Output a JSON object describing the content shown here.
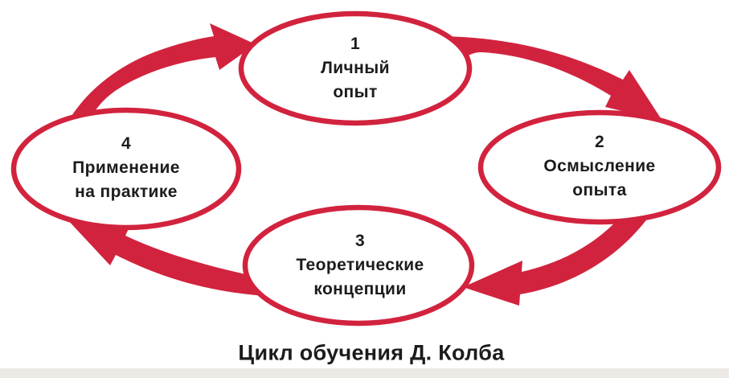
{
  "diagram": {
    "title": "Цикл обучения Д. Колба",
    "accent_color": "#d2233e",
    "ink_color": "#1d1b1c",
    "nodes": [
      {
        "id": "1",
        "number": "1",
        "line1": "Личный",
        "line2": "опыт"
      },
      {
        "id": "2",
        "number": "2",
        "line1": "Осмысление",
        "line2": "опыта"
      },
      {
        "id": "3",
        "number": "3",
        "line1": "Теоретические",
        "line2": "концепции"
      },
      {
        "id": "4",
        "number": "4",
        "line1": "Применение",
        "line2": "на практике"
      }
    ],
    "arrows": [
      {
        "name": "arrow-4-to-1",
        "from": "4",
        "to": "1",
        "direction": "clockwise"
      },
      {
        "name": "arrow-1-to-2",
        "from": "1",
        "to": "2",
        "direction": "clockwise"
      },
      {
        "name": "arrow-2-to-3",
        "from": "2",
        "to": "3",
        "direction": "clockwise"
      },
      {
        "name": "arrow-3-to-4",
        "from": "3",
        "to": "4",
        "direction": "clockwise"
      }
    ]
  }
}
